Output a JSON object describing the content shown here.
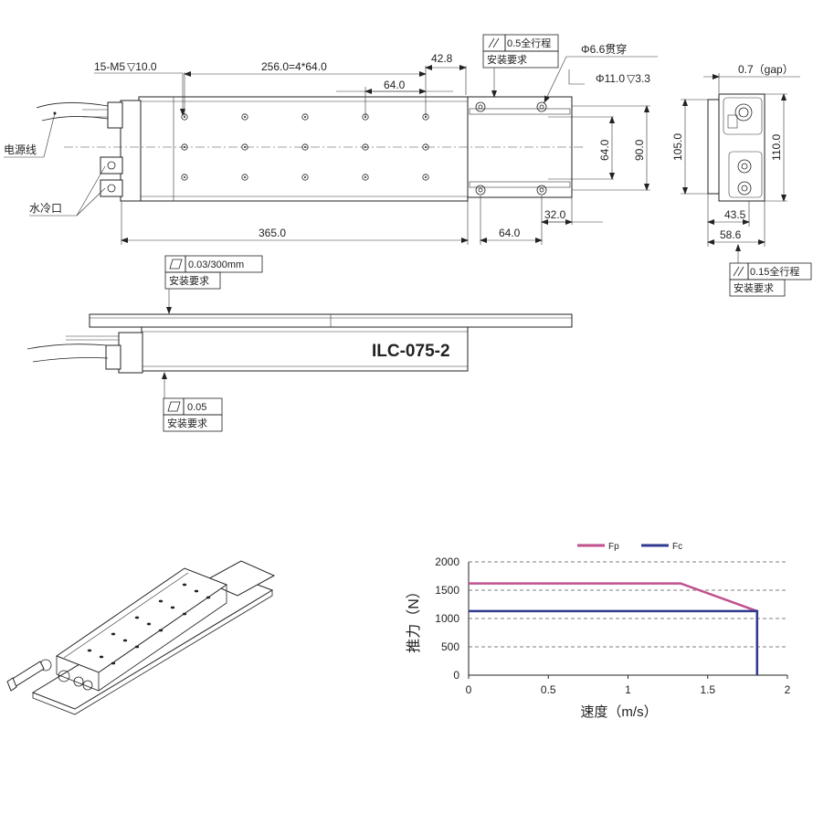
{
  "dimensions": {
    "holes": "15-M5",
    "hole_depth": "10.0",
    "pitch": "256.0=4*64.0",
    "end_offset": "42.8",
    "pitch_single": "64.0",
    "parallel_tol": "0.5全行程",
    "install_req": "安装要求",
    "through_hole": "6.6贯穿",
    "counterbore": "11.0",
    "counterbore_depth": "3.3",
    "width_64": "64.0",
    "width_90": "90.0",
    "length_365": "365.0",
    "bottom_64": "64.0",
    "bottom_32": "32.0",
    "gap": "0.7（gap）",
    "height_105": "105.0",
    "height_110": "110.0",
    "width_43": "43.5",
    "width_58": "58.6",
    "side_parallel": "0.15全行程",
    "flatness_top": "0.03/300mm",
    "flatness_bottom": "0.05",
    "power_cable": "电源线",
    "water_cooling": "水冷口",
    "model": "ILC-075-2",
    "diameter_symbol": "Φ"
  },
  "chart_data": {
    "type": "line",
    "xlabel": "速度（m/s）",
    "ylabel": "推力（N）",
    "xlim": [
      0,
      2
    ],
    "ylim": [
      0,
      2000
    ],
    "x_ticks": [
      "0",
      "0.5",
      "1",
      "1.5",
      "2"
    ],
    "y_ticks": [
      "0",
      "500",
      "1000",
      "1500",
      "2000"
    ],
    "grid": "horizontal dashed",
    "legend_position": "top",
    "series": [
      {
        "name": "Fp",
        "color": "#c0508e",
        "points": [
          [
            0,
            1620
          ],
          [
            1.33,
            1620
          ],
          [
            1.81,
            1130
          ],
          [
            1.81,
            0
          ]
        ]
      },
      {
        "name": "Fc",
        "color": "#2f3a8f",
        "points": [
          [
            0,
            1130
          ],
          [
            1.81,
            1130
          ],
          [
            1.81,
            0
          ]
        ]
      }
    ]
  }
}
